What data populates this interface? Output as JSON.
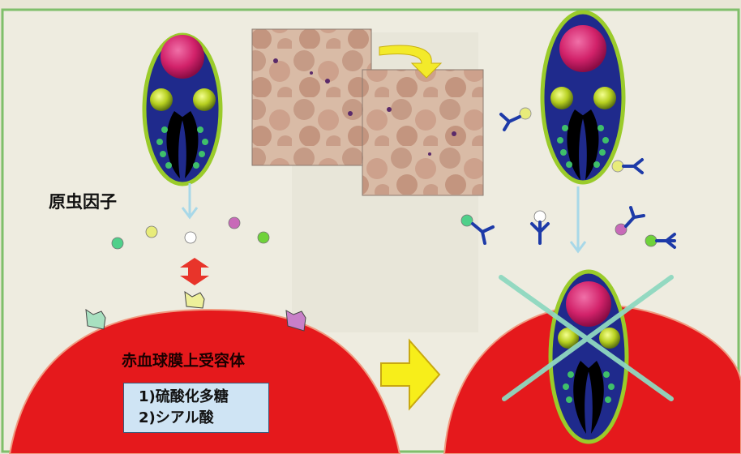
{
  "header": {
    "caption": ""
  },
  "labels": {
    "parasite_factor": "原虫因子",
    "receptor_title": "赤血球膜上受容体",
    "receptor_items": [
      "1)硫酸化多糖",
      "2)シアル酸"
    ]
  },
  "colors": {
    "panel_background": "#eeece0",
    "panel_border": "#7fbf6a",
    "erythrocyte": "#e5191c",
    "parasite_body": "#1f2a8c",
    "parasite_outline": "#9acb2a",
    "nucleus": "#d2226a",
    "antibody": "#1d3aa8",
    "cross_mark": "#8fd8c0",
    "arrow_yellow": "#f3ea2a",
    "block_arrow": "#e8342a"
  }
}
